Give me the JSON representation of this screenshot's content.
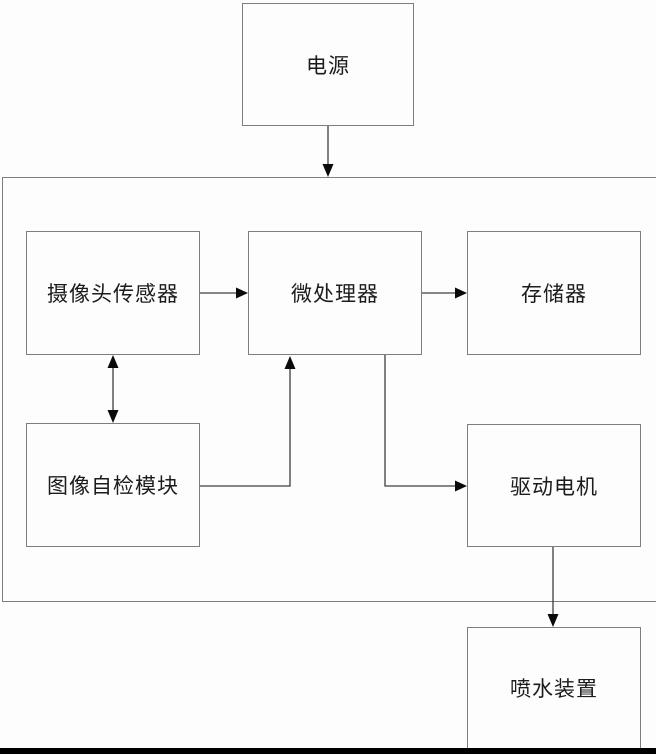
{
  "diagram": {
    "nodes": {
      "power": {
        "label": "电源"
      },
      "camera_sensor": {
        "label": "摄像头传感器"
      },
      "microprocessor": {
        "label": "微处理器"
      },
      "memory": {
        "label": "存储器"
      },
      "image_self_check": {
        "label": "图像自检模块"
      },
      "drive_motor": {
        "label": "驱动电机"
      },
      "water_spray": {
        "label": "喷水装置"
      }
    },
    "edges": [
      {
        "from": "power",
        "to": "system_boundary",
        "arrow": "single"
      },
      {
        "from": "camera_sensor",
        "to": "microprocessor",
        "arrow": "single"
      },
      {
        "from": "microprocessor",
        "to": "memory",
        "arrow": "single"
      },
      {
        "from": "camera_sensor",
        "to": "image_self_check",
        "arrow": "double"
      },
      {
        "from": "image_self_check",
        "to": "microprocessor",
        "arrow": "single"
      },
      {
        "from": "microprocessor",
        "to": "drive_motor",
        "arrow": "single"
      },
      {
        "from": "drive_motor",
        "to": "water_spray",
        "arrow": "single"
      }
    ],
    "colors": {
      "box_border": "#7e7e7e",
      "connector_line": "#3f3f3f",
      "arrowhead": "#0a0a0a",
      "text": "#1c1c1c",
      "background": "#fdfdfd",
      "scan_bar": "#000000"
    }
  }
}
